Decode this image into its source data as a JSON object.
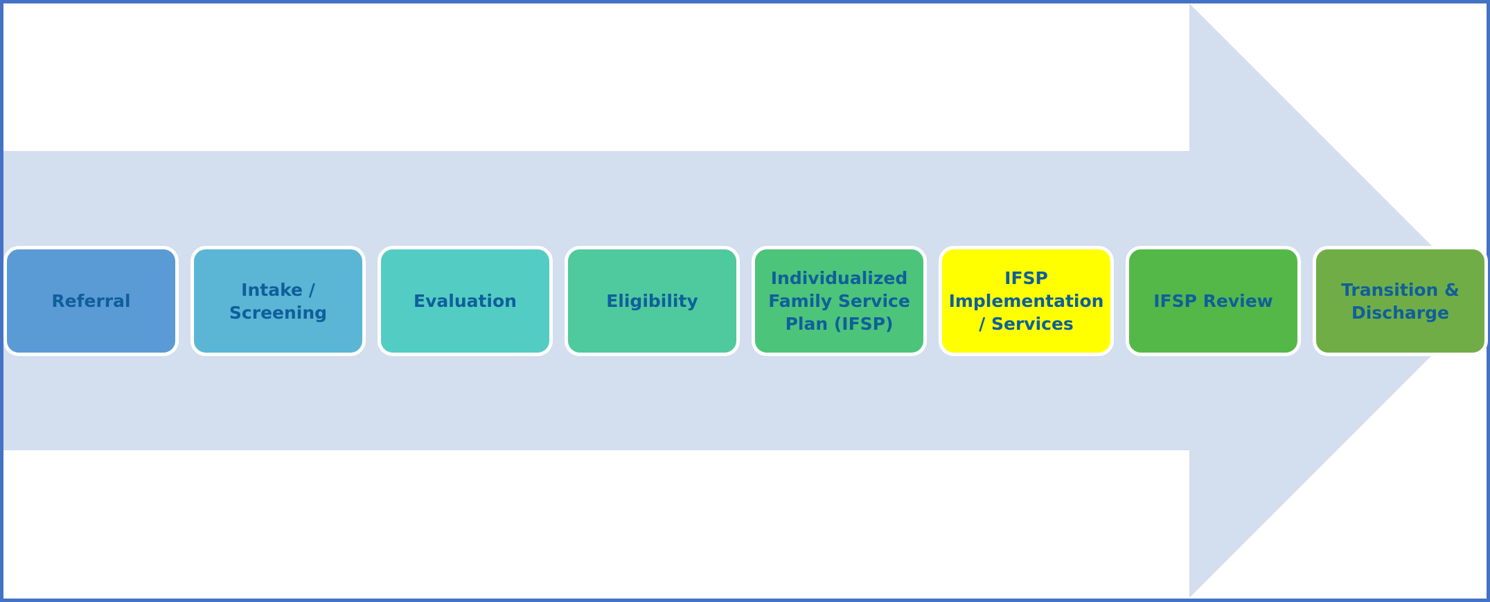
{
  "diagram": {
    "frame_color": "#4472c4",
    "arrow_color": "#d3deef",
    "label_color": "#0f5f9b",
    "steps": [
      {
        "label": "Referral",
        "color": "#5b9bd5"
      },
      {
        "label": "Intake /\nScreening",
        "color": "#5ab6d4"
      },
      {
        "label": "Evaluation",
        "color": "#53cdc3"
      },
      {
        "label": "Eligibility",
        "color": "#4fc99e"
      },
      {
        "label": "Individualized\nFamily Service\nPlan (IFSP)",
        "color": "#4cc47a"
      },
      {
        "label": "IFSP\nImplementation\n/ Services",
        "color": "#ffff00"
      },
      {
        "label": "IFSP Review",
        "color": "#54b848"
      },
      {
        "label": "Transition &\nDischarge",
        "color": "#70ad47"
      }
    ]
  }
}
